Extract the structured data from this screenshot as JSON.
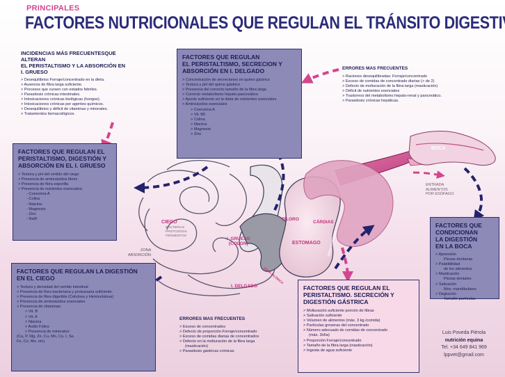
{
  "header": {
    "kicker": "PRINCIPALES",
    "title": "FACTORES NUTRICIONALES QUE REGULAN EL TRÁNSITO DIGESTIVO"
  },
  "incidencias": {
    "title_lines": [
      "INCIDENCIAS MÁS FRECUENTESQUE ALTERAN",
      "EL PERISTALTISMO Y LA ABSORCIÓN EN",
      "I. GRUESO"
    ],
    "items": [
      "> Desequilibrios Forraje/concentrado en la dieta.",
      "> Ausencia de fibra larga suficiente.",
      "> Procesos que cursen con estados febriles.",
      "> Parasitosis crónicas intestinales.",
      "> Intoxicaciones crónicas biológicas (hongos).",
      "> Intoxicaciones crónicas por agentes químicos.",
      "> Desequilibrios y déficit de vitaminas y minerales.",
      "> Tratamientos farmacológicos."
    ]
  },
  "delgado_box": {
    "title_lines": [
      "FACTORES QUE REGULAN",
      "EL PERISTALTISMO, SECRECION Y",
      "ABSORCIÓN EN I. DELGADO"
    ],
    "items": [
      {
        "t": "> Concentración de secreciones en quimo gástrico",
        "lvl": 0
      },
      {
        "t": "> Textura y pH del quimo gástrico",
        "lvl": 0
      },
      {
        "t": "> Presencia del correcto tamaño de la fibra larga",
        "lvl": 0
      },
      {
        "t": "> Correcto metabolismo hepato-pancreático",
        "lvl": 0
      },
      {
        "t": "> Aporte suficiente en la dieta de nutrientes esenciales",
        "lvl": 0
      },
      {
        "t": "> Aminoácidos esenciales",
        "lvl": 0
      },
      {
        "t": "> Coenzima A",
        "lvl": 1
      },
      {
        "t": "> Vit. B5",
        "lvl": 1
      },
      {
        "t": "> Colina",
        "lvl": 1
      },
      {
        "t": "> Niacina",
        "lvl": 1
      },
      {
        "t": "> Magnesio",
        "lvl": 1
      },
      {
        "t": "> Zinc",
        "lvl": 1
      }
    ]
  },
  "errores_top": {
    "title": "ERRORES MAS FRECUENTES",
    "items": [
      "> Raciones desequilibradas: Forraje/concentrado",
      "> Exceso de comidas de concentrado diarias (> de 2)",
      "> Defecto de molturación de la fibra larga (masticación)",
      "> Déficit de nutrientes esenciales",
      "> Trastornos del metabolismo hepato-renal y pancreático.",
      "> Parasitosis crónicas hepáticas."
    ]
  },
  "grueso_box": {
    "title_lines": [
      "FACTORES QUE REGULAN EL",
      "PERISTALTISMO, DIGESTIÓN Y",
      "ABSORCIÓN EN EL I. GRUESO"
    ],
    "items": [
      {
        "t": "> Textura y pH del vertido del ciego",
        "lvl": 0
      },
      {
        "t": "> Presencia de aminoácidos libres",
        "lvl": 0
      },
      {
        "t": "> Presencia de flora esporilla",
        "lvl": 0
      },
      {
        "t": "> Presencia de nutrientes esenciales:",
        "lvl": 0
      },
      {
        "t": "- Coenzima A",
        "lvl": 1
      },
      {
        "t": "- Colina",
        "lvl": 1
      },
      {
        "t": "- Niacina",
        "lvl": 1
      },
      {
        "t": "- Magnesio",
        "lvl": 1
      },
      {
        "t": "- Zinc",
        "lvl": 1
      },
      {
        "t": "- Na/K",
        "lvl": 1
      }
    ]
  },
  "ciego_box": {
    "title_lines": [
      "FACTORES QUE REGULAN LA DIGESTIÓN",
      "EN EL CIEGO"
    ],
    "items": [
      {
        "t": "> Textura y densidad del vertido intestinal",
        "lvl": 0
      },
      {
        "t": "> Presencia de flora bacteriana y protozoaria suficiente.",
        "lvl": 0
      },
      {
        "t": "> Presencia de fibra digerible (Celulosa y Hemicelulosa)",
        "lvl": 0
      },
      {
        "t": "> Presencia de aminoácidos esenciales",
        "lvl": 0
      },
      {
        "t": "> Presencia de vitaminas:",
        "lvl": 0
      },
      {
        "t": "> Vit. B",
        "lvl": 1
      },
      {
        "t": "> Vit. A",
        "lvl": 1
      },
      {
        "t": "> Niacina",
        "lvl": 1
      },
      {
        "t": "> Acido Fólico",
        "lvl": 1
      },
      {
        "t": "> Presencia de minerales:",
        "lvl": 1
      },
      {
        "t": "(Ca, P, Mg, Zn, Cu, Mn, Co, I, Se,",
        "lvl": 0
      },
      {
        "t": "Fe, Co, Mo, etc)",
        "lvl": 0
      }
    ]
  },
  "errores_bottom": {
    "title": "ERRORES MAS FRECUENTES",
    "items": [
      "> Exceso de concentrados",
      "> Defecto de proporción Forraje/concentrado",
      "> Exceso de comidas diarias de concentrados",
      "> Defecto en la molturación de la fibra larga",
      "(masticación)",
      "> Parasitosis gástricas crónicas"
    ]
  },
  "gastrica_box": {
    "title_lines": [
      "FACTORES QUE REGULAN EL",
      "PERISTALTISMO. SECRECIÓN Y",
      "DIGESTIÓN GÁSTRICA"
    ],
    "items": [
      "> Molturación suficiente porción de fibras",
      "> Salivación suficiente",
      "> Volumen de alimentos (máx. 3 kg./comida)",
      "> Partículas groseras del concentrado",
      "> Número adecuado de comidas de concentrado",
      "(máx. 3/día)",
      "> Proporción Forraje/concentrado",
      "> Tamaño de la fibra larga (masticación)",
      "> Ingesta de agua suficiente"
    ]
  },
  "boca_box": {
    "title_lines": [
      "FACTORES QUE",
      "CONDICIONAN",
      "LA DIGESTIÓN",
      "EN LA BOCA"
    ],
    "items": [
      {
        "t": "> Aprensión",
        "lvl": 0
      },
      {
        "t": "Piezas dentarias",
        "lvl": 1
      },
      {
        "t": "> Palatibilidad",
        "lvl": 0
      },
      {
        "t": "de los alimentos",
        "lvl": 1
      },
      {
        "t": "> Masticación",
        "lvl": 0
      },
      {
        "t": "Piezas dentales",
        "lvl": 1
      },
      {
        "t": "> Salivación",
        "lvl": 0
      },
      {
        "t": "Mov. mandibulares",
        "lvl": 1
      },
      {
        "t": "> Deglución",
        "lvl": 0
      },
      {
        "t": "Tamaño partículas",
        "lvl": 1
      }
    ]
  },
  "organs": {
    "boca": "BOCA",
    "entrada": [
      "ENTRADA",
      "ALIMENTOS",
      "POR ESÓFAGO"
    ],
    "ciego": "CIEGO",
    "ciego_sub": [
      "BACTERIAS",
      "PROTOZOOS",
      "FERMENTOS"
    ],
    "zona": [
      "ZONA",
      "ABSORCIÓN"
    ],
    "grueso": [
      "I. GRUESO",
      "(COLON)"
    ],
    "delgado": "I. DELGADO",
    "piloro": "PÍLORO",
    "cardias": "CÁRDIAS",
    "estomago": "ESTOMAGO",
    "zona_fundica": "ZONA FÚNDICA",
    "zona_pilorica": "ZONA PILÓRICA"
  },
  "credits": {
    "name": "Luis Poveda Piérola",
    "org": "nutrición equina",
    "tel": "Tel. +34 649 841 969",
    "email": "lppvet@gmail.com"
  },
  "colors": {
    "title": "#2b2b7a",
    "accent_pink": "#d2468e",
    "box_dark": "#8d8ab8",
    "box_light": "#f3eef5",
    "arrow_navy": "#23236b"
  }
}
